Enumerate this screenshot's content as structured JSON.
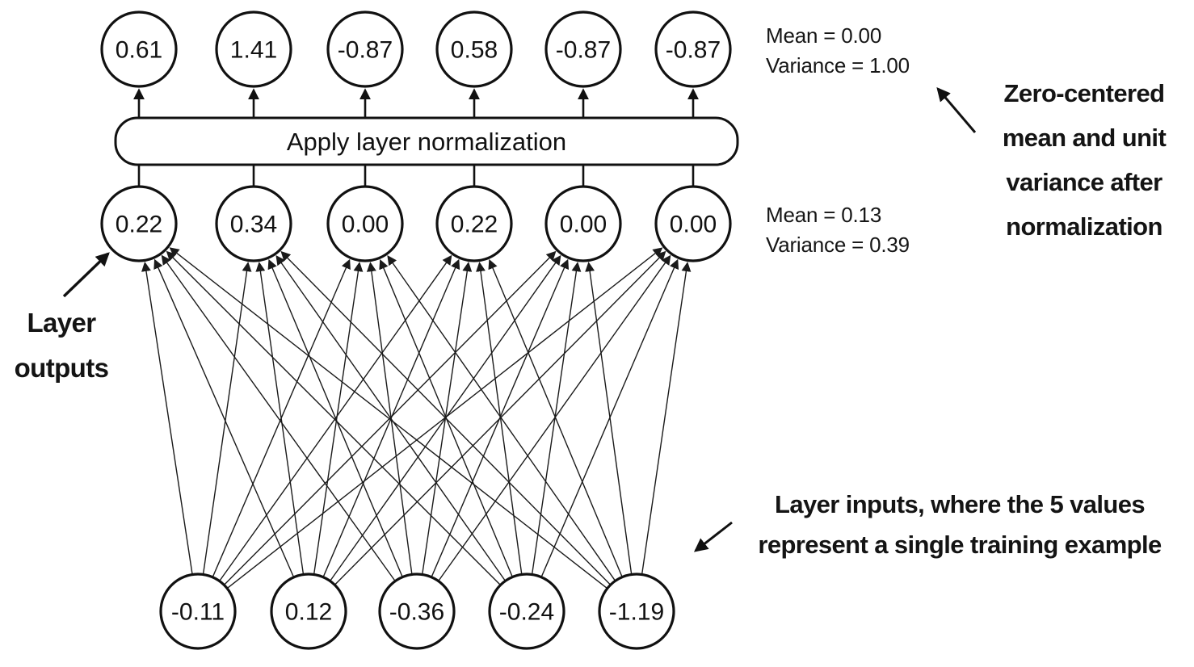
{
  "diagram": {
    "normalization_box": {
      "label": "Apply layer normalization"
    },
    "output_layer": {
      "values": [
        "0.61",
        "1.41",
        "-0.87",
        "0.58",
        "-0.87",
        "-0.87"
      ]
    },
    "hidden_layer": {
      "values": [
        "0.22",
        "0.34",
        "0.00",
        "0.22",
        "0.00",
        "0.00"
      ]
    },
    "input_layer": {
      "values": [
        "-0.11",
        "0.12",
        "-0.36",
        "-0.24",
        "-1.19"
      ]
    },
    "stats_after_norm": {
      "mean": "Mean = 0.00",
      "variance": "Variance = 1.00"
    },
    "stats_before_norm": {
      "mean": "Mean = 0.13",
      "variance": "Variance = 0.39"
    },
    "annotations": {
      "zero_centered_lines": [
        "Zero-centered",
        "mean and unit",
        "variance after",
        "normalization"
      ],
      "layer_outputs_lines": [
        "Layer",
        "outputs"
      ],
      "layer_inputs_lines": [
        "Layer inputs, where the 5 values",
        "represent a single training example"
      ]
    },
    "colors": {
      "ink": "#111111",
      "background": "#ffffff"
    }
  }
}
